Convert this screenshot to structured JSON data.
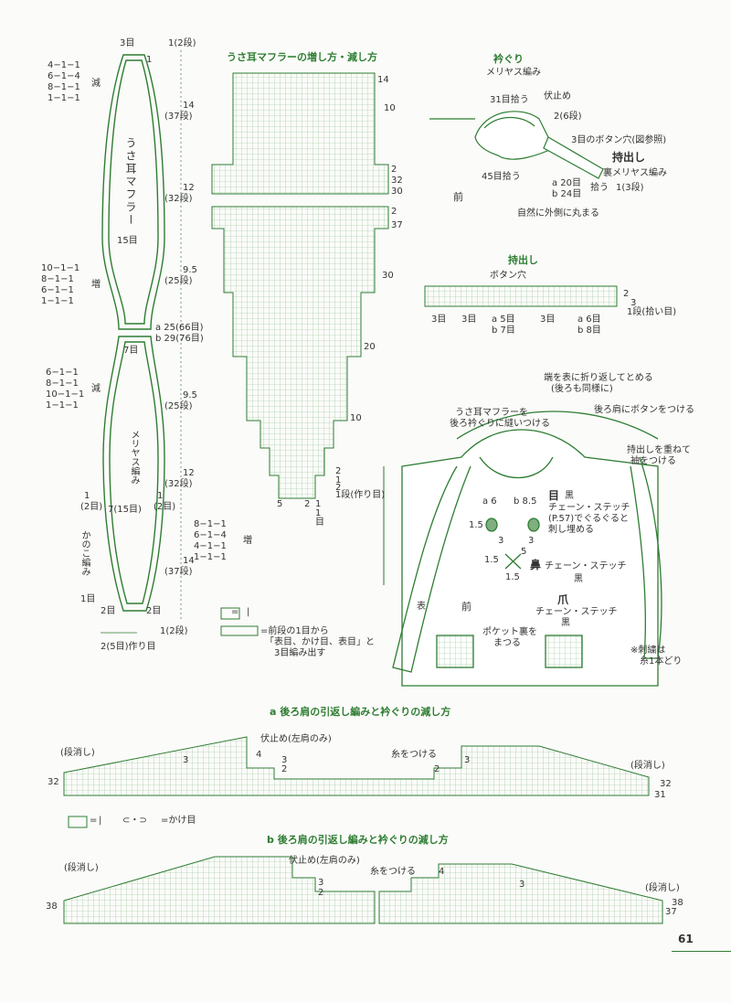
{
  "colors": {
    "line": "#2e7d32",
    "grid": "#8fbf8f",
    "text": "#333333",
    "paper": "#fbfbf9"
  },
  "scarf": {
    "title": "うさ耳マフラー",
    "top_stitches": "3目",
    "top_one": "1",
    "top_rows": "1(2段)",
    "dec_sets": [
      "4−1−1",
      "6−1−4",
      "8−1−1",
      "1−1−1"
    ],
    "dec_label": "減",
    "dim1": "14",
    "dim1_rows": "(37段)",
    "dim2": "12",
    "dim2_rows": "(32段)",
    "width_mid": "15目",
    "inc_sets": [
      "10−1−1",
      "8−1−1",
      "6−1−1",
      "1−1−1"
    ],
    "inc_label": "増",
    "dim3": "9.5",
    "dim3_rows": "(25段)",
    "ab_a": "a 25(66目)",
    "ab_b": "b 29(76目)",
    "width_low": "7目",
    "dec2_sets": [
      "6−1−1",
      "8−1−1",
      "10−1−1",
      "1−1−1"
    ],
    "dec2_label": "減",
    "body_text": "メリヤス編み",
    "dim4": "9.5",
    "dim4_rows": "(25段)",
    "dim5": "12",
    "dim5_rows": "(32段)",
    "left_1": "1",
    "left_2": "(2目)",
    "left_7": "7(15目)",
    "right_1": "1",
    "right_2": "(2目)",
    "kanoko": "かのこ編み",
    "inc2_sets": [
      "8−1−1",
      "6−1−4",
      "4−1−1",
      "1−1−1"
    ],
    "inc2_label": "増",
    "dim6": "14",
    "dim6_rows": "(37段)",
    "bottom_1": "1目",
    "bottom_2l": "2目",
    "bottom_2r": "2目",
    "bottom_rows": "1(2段)",
    "bottom_cast": "2(5目)作り目"
  },
  "chart": {
    "title": "うさ耳マフラーの増し方・減し方",
    "labels_right": [
      "14",
      "10",
      "2",
      "32",
      "30",
      "2",
      "37",
      "30",
      "20",
      "10",
      "2",
      "1",
      "2",
      "1段(作り目)"
    ],
    "bottom_nums": [
      "5",
      "2",
      "1",
      "1",
      "目"
    ]
  },
  "legend": {
    "box_eq": "=",
    "box_sym": "|",
    "note_1": "=前段の1目から",
    "note_2": "「表目、かけ目、表目」と",
    "note_3": "3目編み出す"
  },
  "collar": {
    "title": "衿ぐり",
    "sub": "メリヤス編み",
    "pick31": "31目拾う",
    "bind": "伏止め",
    "rows2": "2(6段)",
    "buttonhole": "3目のボタン穴(図参照)",
    "mochidashi": "持出し",
    "ura": "裏メリヤス編み",
    "pick45": "45目拾う",
    "a20": "a 20目",
    "b24": "b 24目",
    "pick": "拾う",
    "rows3": "1(3段)",
    "front": "前",
    "natural": "自然に外側に丸まる"
  },
  "placket": {
    "title": "持出し",
    "buttonhole": "ボタン穴",
    "nums": [
      "3目",
      "3目",
      "a 5目",
      "b 7目",
      "3目",
      "a 6目",
      "b 8目"
    ],
    "right": [
      "2",
      "3",
      "1段(拾い目)"
    ]
  },
  "sweater": {
    "fold": "端を表に折り返してとめる",
    "fold2": "(後ろも同様に)",
    "sew": "うさ耳マフラーを",
    "sew2": "後ろ衿ぐりに縫いつける",
    "shoulder": "後ろ肩にボタンをつける",
    "overlap": "持出しを重ねて",
    "overlap2": "袖をつける",
    "eye_a": "a 6",
    "eye_b": "b 8.5",
    "eye_title": "目",
    "eye_color": "黒",
    "chain": "チェーン・ステッチ",
    "chain_p": "(P.57)でぐるぐると",
    "chain_fill": "刺し埋める",
    "n15a": "1.5",
    "n3a": "3",
    "n3b": "3",
    "n5": "5",
    "n15b": "1.5",
    "n15c": "1.5",
    "nose": "鼻",
    "nose_stitch": "チェーン・ステッチ",
    "nose_color": "黒",
    "claw": "爪",
    "claw_stitch": "チェーン・ステッチ",
    "claw_color": "黒",
    "omote": "表",
    "mae": "前",
    "pocket": "ポケット裏を",
    "pocket2": "まつる",
    "note": "※刺繍は",
    "note2": "糸1本どり"
  },
  "section_a": {
    "title": "a 後ろ肩の引返し編みと衿ぐりの減し方",
    "left": "(段消し)",
    "bind": "伏止め(左肩のみ)",
    "yarn": "糸をつける",
    "right": "(段消し)",
    "n32l": "32",
    "n32r": "32",
    "n31": "31",
    "n4": "4",
    "n3": "3",
    "n2": "2",
    "n3b": "3",
    "n2b": "2",
    "n3c": "3",
    "legend_box": "=",
    "legend_bar": "|",
    "legend_c": "⊂・⊃",
    "legend_kake": "=かけ目"
  },
  "section_b": {
    "title": "b 後ろ肩の引返し編みと衿ぐりの減し方",
    "left": "(段消し)",
    "bind": "伏止め(左肩のみ)",
    "yarn": "糸をつける",
    "right": "(段消し)",
    "n38l": "38",
    "n38r": "38",
    "n37": "37",
    "n4": "4",
    "n3": "3",
    "n2": "2",
    "n3b": "3"
  },
  "page_no": "61"
}
